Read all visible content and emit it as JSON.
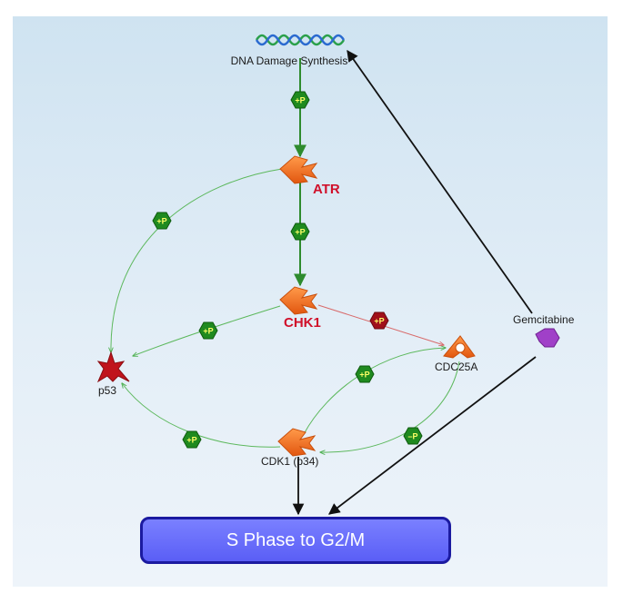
{
  "nodes": {
    "dna": {
      "label": "DNA Damage Synthesis"
    },
    "atr": {
      "label": "ATR"
    },
    "chk1": {
      "label": "CHK1"
    },
    "p53": {
      "label": "p53"
    },
    "cdc25a": {
      "label": "CDC25A"
    },
    "cdk1": {
      "label": "CDK1 (p34)"
    },
    "gemcitabine": {
      "label": "Gemcitabine"
    },
    "phase": {
      "label": "S Phase to G2/M"
    }
  },
  "badges": {
    "phosphorylation": "+P",
    "dephosphorylation": "–P"
  },
  "colors": {
    "activation_green": "#2e8b2e",
    "inhibition_red": "#d86a6a",
    "protein_orange": "#f26a1b",
    "p53_red": "#c0141c",
    "drug_purple": "#a040c8",
    "phase_blue": "#5a5ef6"
  }
}
